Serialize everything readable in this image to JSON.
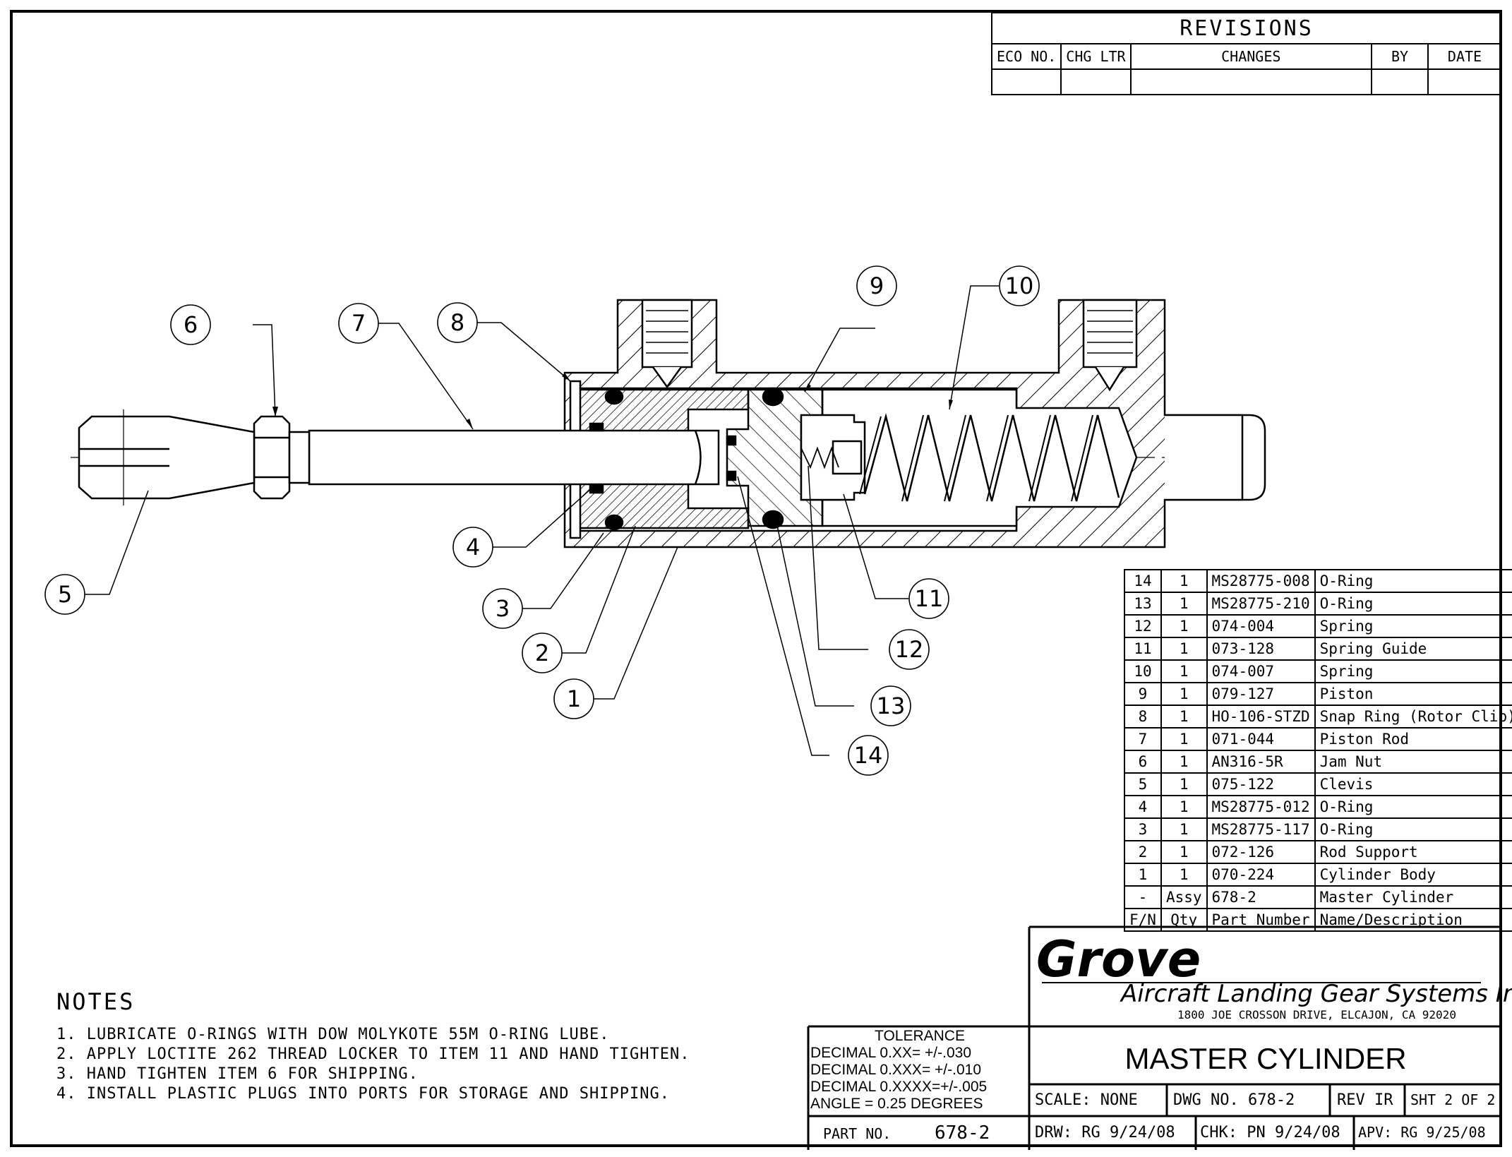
{
  "revisions": {
    "title": "REVISIONS",
    "headers": [
      "ECO NO.",
      "CHG LTR",
      "CHANGES",
      "BY",
      "DATE"
    ]
  },
  "bom": {
    "rows": [
      [
        "14",
        "1",
        "MS28775-008",
        "O-Ring"
      ],
      [
        "13",
        "1",
        "MS28775-210",
        "O-Ring"
      ],
      [
        "12",
        "1",
        "074-004",
        "Spring"
      ],
      [
        "11",
        "1",
        "073-128",
        "Spring Guide"
      ],
      [
        "10",
        "1",
        "074-007",
        "Spring"
      ],
      [
        "9",
        "1",
        "079-127",
        "Piston"
      ],
      [
        "8",
        "1",
        "HO-106-STZD",
        "Snap Ring (Rotor Clip)"
      ],
      [
        "7",
        "1",
        "071-044",
        "Piston Rod"
      ],
      [
        "6",
        "1",
        "AN316-5R",
        "Jam Nut"
      ],
      [
        "5",
        "1",
        "075-122",
        "Clevis"
      ],
      [
        "4",
        "1",
        "MS28775-012",
        "O-Ring"
      ],
      [
        "3",
        "1",
        "MS28775-117",
        "O-Ring"
      ],
      [
        "2",
        "1",
        "072-126",
        "Rod Support"
      ],
      [
        "1",
        "1",
        "070-224",
        "Cylinder Body"
      ],
      [
        "-",
        "Assy",
        "678-2",
        "Master Cylinder"
      ]
    ],
    "headers": [
      "F/N",
      "Qty",
      "Part Number",
      "Name/Description"
    ]
  },
  "notes": {
    "heading": "NOTES",
    "items": [
      "1. LUBRICATE O-RINGS WITH DOW MOLYKOTE 55M O-RING LUBE.",
      "2. APPLY LOCTITE 262 THREAD LOCKER TO ITEM 11 AND HAND TIGHTEN.",
      "3. HAND TIGHTEN ITEM 6 FOR SHIPPING.",
      "4. INSTALL PLASTIC PLUGS INTO PORTS FOR STORAGE AND SHIPPING."
    ]
  },
  "title_block": {
    "logo": "Grove",
    "company": "Aircraft Landing Gear Systems Inc.",
    "address": "1800 JOE CROSSON DRIVE, ELCAJON, CA 92020",
    "drawing_title": "MASTER CYLINDER",
    "tolerance": {
      "heading": "TOLERANCE",
      "lines": [
        "DECIMAL 0.XX=  +/-.030",
        "DECIMAL 0.XXX= +/-.010",
        "DECIMAL 0.XXXX=+/-.005",
        "ANGLE = 0.25 DEGREES"
      ]
    },
    "scale": "SCALE:  NONE",
    "dwg_no": "DWG NO. 678-2",
    "rev": "REV IR",
    "sheet": "SHT 2 OF 2",
    "part_no_label": "PART NO.",
    "part_no": "678-2",
    "drawn": "DRW: RG  9/24/08",
    "checked": "CHK: PN  9/24/08",
    "approved": "APV: RG  9/25/08"
  },
  "balloons": [
    "1",
    "2",
    "3",
    "4",
    "5",
    "6",
    "7",
    "8",
    "9",
    "10",
    "11",
    "12",
    "13",
    "14"
  ]
}
